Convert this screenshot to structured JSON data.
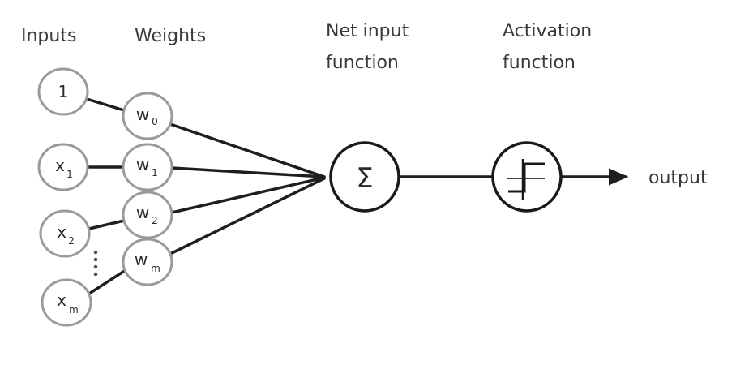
{
  "headings": {
    "inputs": "Inputs",
    "weights": "Weights",
    "net_input_line1": "Net input",
    "net_input_line2": "function",
    "activation_line1": "Activation",
    "activation_line2": "function"
  },
  "inputs": [
    {
      "main": "1",
      "sub": ""
    },
    {
      "main": "x",
      "sub": "1"
    },
    {
      "main": "x",
      "sub": "2"
    },
    {
      "main": "x",
      "sub": "m"
    }
  ],
  "weights": [
    {
      "main": "w",
      "sub": "0"
    },
    {
      "main": "w",
      "sub": "1"
    },
    {
      "main": "w",
      "sub": "2"
    },
    {
      "main": "w",
      "sub": "m"
    }
  ],
  "ellipsis": "⋮",
  "net_input_symbol": "Σ",
  "activation_icon": "step-function-icon",
  "output_label": "output"
}
